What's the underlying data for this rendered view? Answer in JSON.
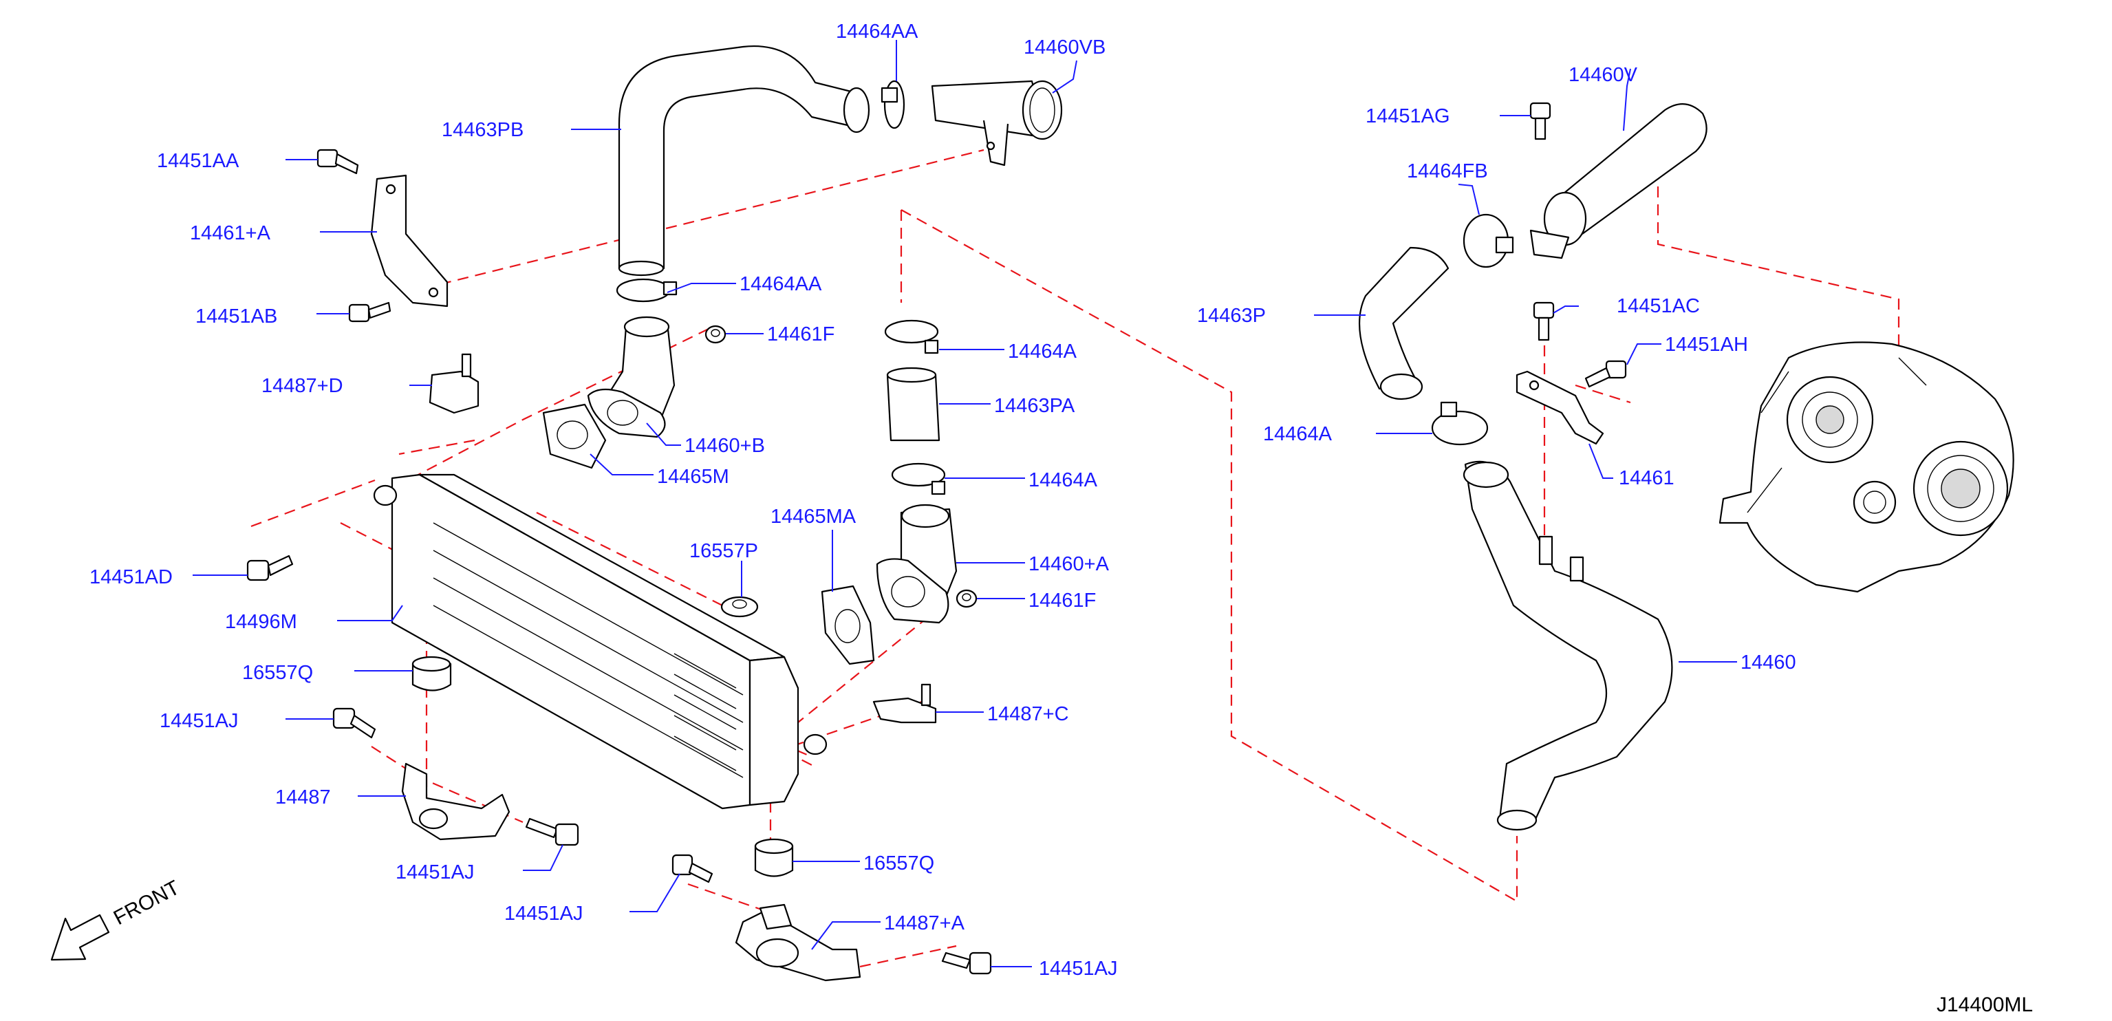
{
  "colors": {
    "label": "#1a1aff",
    "leader": "#1a1aff",
    "guide": "#e8141a",
    "outline": "#000000"
  },
  "labels": {
    "l_14464AA_top": "14464AA",
    "l_14460VB": "14460VB",
    "l_14463PB": "14463PB",
    "l_14451AA": "14451AA",
    "l_14461A": "14461+A",
    "l_14451AB": "14451AB",
    "l_14464AA_mid": "14464AA",
    "l_14461F_top": "14461F",
    "l_14487D": "14487+D",
    "l_14460B": "14460+B",
    "l_14465M": "14465M",
    "l_14464A_mid": "14464A",
    "l_14463PA": "14463PA",
    "l_14464A_low": "14464A",
    "l_14465MA": "14465MA",
    "l_16557P": "16557P",
    "l_14460A": "14460+A",
    "l_14461F_low": "14461F",
    "l_14451AD": "14451AD",
    "l_14496M": "14496M",
    "l_16557Q_left": "16557Q",
    "l_14487C": "14487+C",
    "l_14451AJ_1": "14451AJ",
    "l_14487": "14487",
    "l_14451AJ_2": "14451AJ",
    "l_16557Q_low": "16557Q",
    "l_14451AJ_3": "14451AJ",
    "l_14487A": "14487+A",
    "l_14451AJ_4": "14451AJ",
    "l_14460V": "14460V",
    "l_14451AG": "14451AG",
    "l_14464FB": "14464FB",
    "l_14463P": "14463P",
    "l_14451AC": "14451AC",
    "l_14451AH": "14451AH",
    "l_14464A_right": "14464A",
    "l_14461": "14461",
    "l_14460": "14460"
  },
  "front": "FRONT",
  "diagram_code": "J14400ML",
  "icons": {
    "front_arrow": "front-arrow-icon",
    "turbocharger": "turbocharger-icon",
    "intercooler": "intercooler-icon"
  }
}
